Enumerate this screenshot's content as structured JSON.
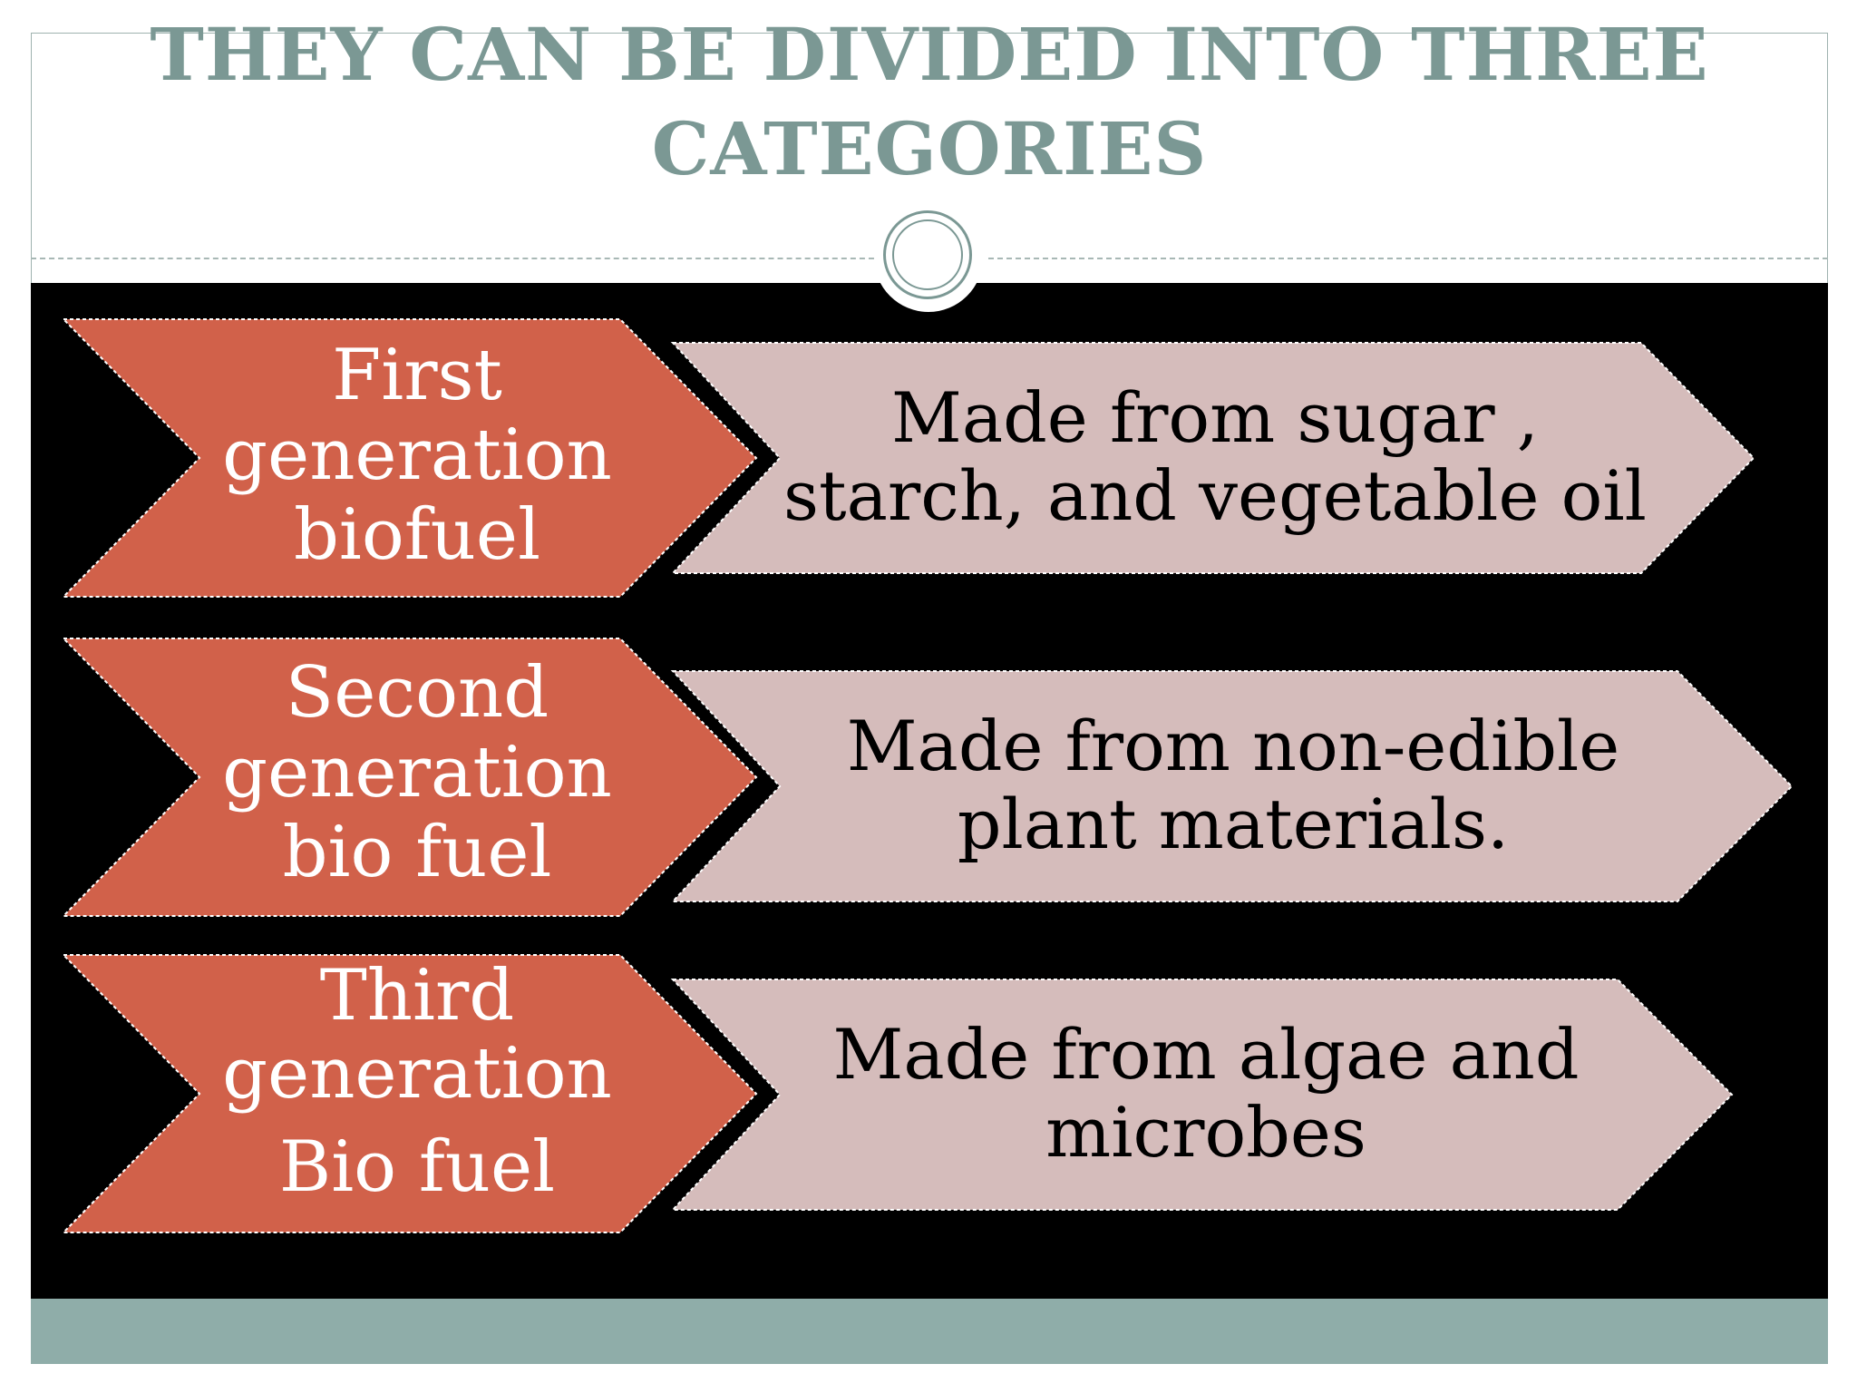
{
  "title": {
    "line1": "THEY CAN BE DIVIDED INTO THREE",
    "line2": "CATEGORIES"
  },
  "rows": [
    {
      "label_lines": [
        "First",
        "generation",
        "biofuel"
      ],
      "description_lines": [
        "Made  from sugar ,",
        "starch, and vegetable oil"
      ]
    },
    {
      "label_lines": [
        "Second",
        "generation",
        "bio fuel"
      ],
      "description_lines": [
        "Made from non-edible",
        "plant materials."
      ]
    },
    {
      "label_lines": [
        "Third",
        "generation",
        "Bio fuel"
      ],
      "description_lines": [
        "Made from algae and",
        "microbes"
      ]
    }
  ],
  "colors": {
    "title": "#7b9894",
    "chevron_label": "#d1614a",
    "chevron_description": "#d5bcbb",
    "panel": "#000000",
    "footer_band": "#8fada9"
  }
}
